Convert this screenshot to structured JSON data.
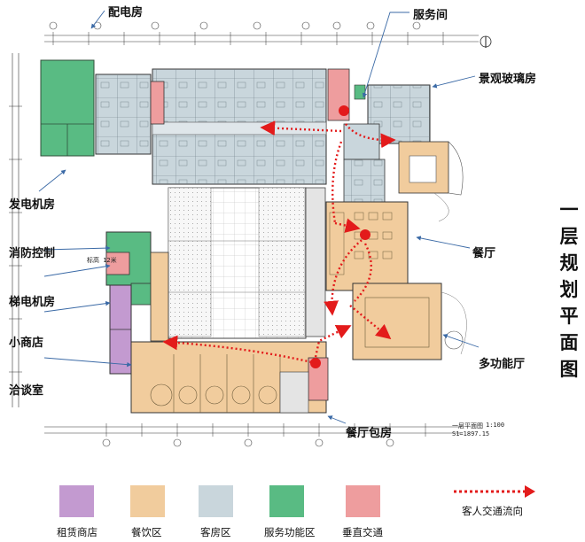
{
  "title_chars": [
    "一",
    "层",
    "规",
    "划",
    "平",
    "面",
    "图"
  ],
  "labels": {
    "power_room": "配电房",
    "service_room": "服务间",
    "glass_room": "景观玻璃房",
    "generator_room": "发电机房",
    "fire_control": "消防控制",
    "elevator_room": "梯电机房",
    "shop": "小商店",
    "meeting_room": "洽谈室",
    "restaurant": "餐厅",
    "function_hall": "多功能厅",
    "private_room": "餐厅包房"
  },
  "plan_notes": {
    "drawing_name": "一层平面图",
    "scale": "1:100",
    "area": "S1=1897.15",
    "inner_note": "标高 12米"
  },
  "legend": [
    {
      "label": "租赁商店",
      "color": "#c39ad0"
    },
    {
      "label": "餐饮区",
      "color": "#f1cc9d"
    },
    {
      "label": "客房区",
      "color": "#c9d6dc"
    },
    {
      "label": "服务功能区",
      "color": "#59bb83"
    },
    {
      "label": "垂直交通",
      "color": "#ee9d9e"
    }
  ],
  "flow_label": "客人交通流向",
  "colors": {
    "flow": "#e31b1b",
    "callout": "#3b6aa6"
  }
}
